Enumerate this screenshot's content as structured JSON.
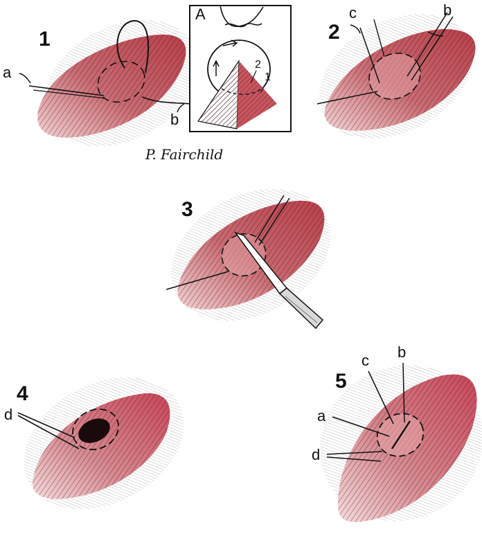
{
  "steps": {
    "s1": "1",
    "s2": "2",
    "s3": "3",
    "s4": "4",
    "s5": "5"
  },
  "labels": {
    "a": "a",
    "b": "b",
    "c": "c",
    "d": "d"
  },
  "inset": {
    "title": "A",
    "n1": "1",
    "n2": "2"
  },
  "signature": "P. Fairchild",
  "colors": {
    "tissue": "#c9555f",
    "tissue_light": "#f0c7c9",
    "tissue_dark": "#8f2f3a",
    "ink": "#111111"
  }
}
